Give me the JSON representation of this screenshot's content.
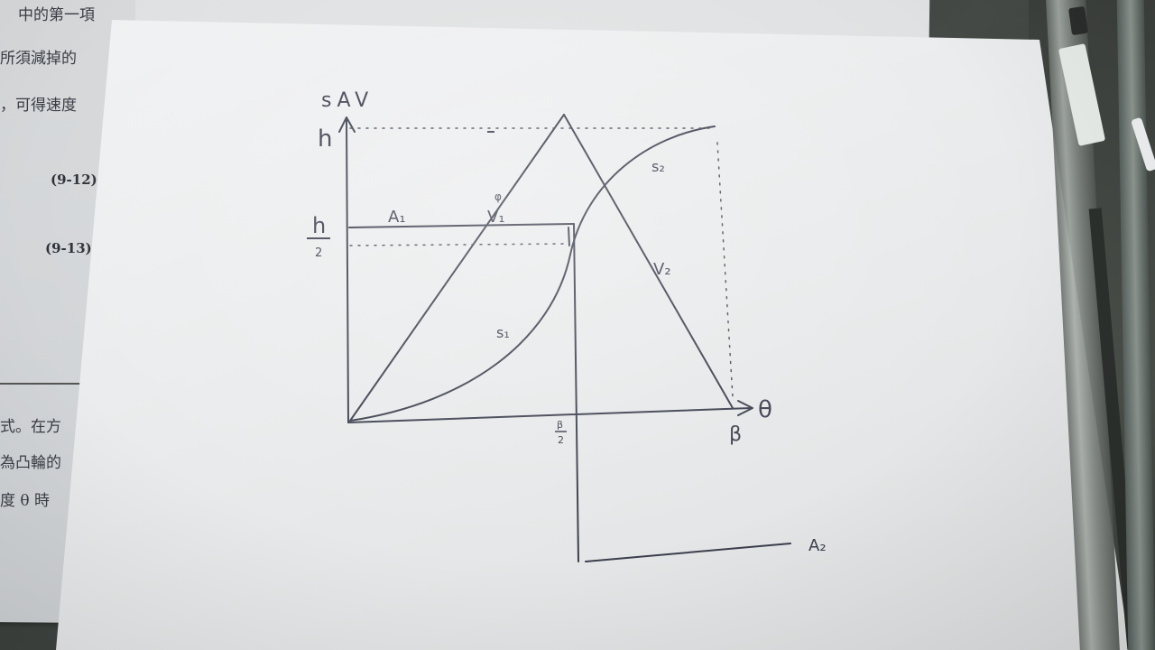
{
  "book_page": {
    "lines": [
      "中的第一項",
      "所須減掉的",
      "，可得速度",
      "式。在方",
      "為凸輪的",
      "度 θ 時"
    ],
    "equations": [
      "(9-12)",
      "(9-13)"
    ]
  },
  "diagram": {
    "y_axis_label": "sAV",
    "y_tick_top": "h",
    "y_tick_half_num": "h",
    "y_tick_half_den": "2",
    "x_axis_label": "θ",
    "x_tick_end": "β",
    "x_tick_mid_num": "β",
    "x_tick_mid_den": "2",
    "curve_s1": "s₁",
    "curve_s2": "s₂",
    "line_v1": "V₁",
    "line_v2": "V₂",
    "accel_a1": "A₁",
    "accel_a2": "A₂",
    "small_mark": "φ"
  },
  "colors": {
    "ink": "#3b3f4d",
    "paper": "#eceeef",
    "desk": "#3e423f"
  }
}
